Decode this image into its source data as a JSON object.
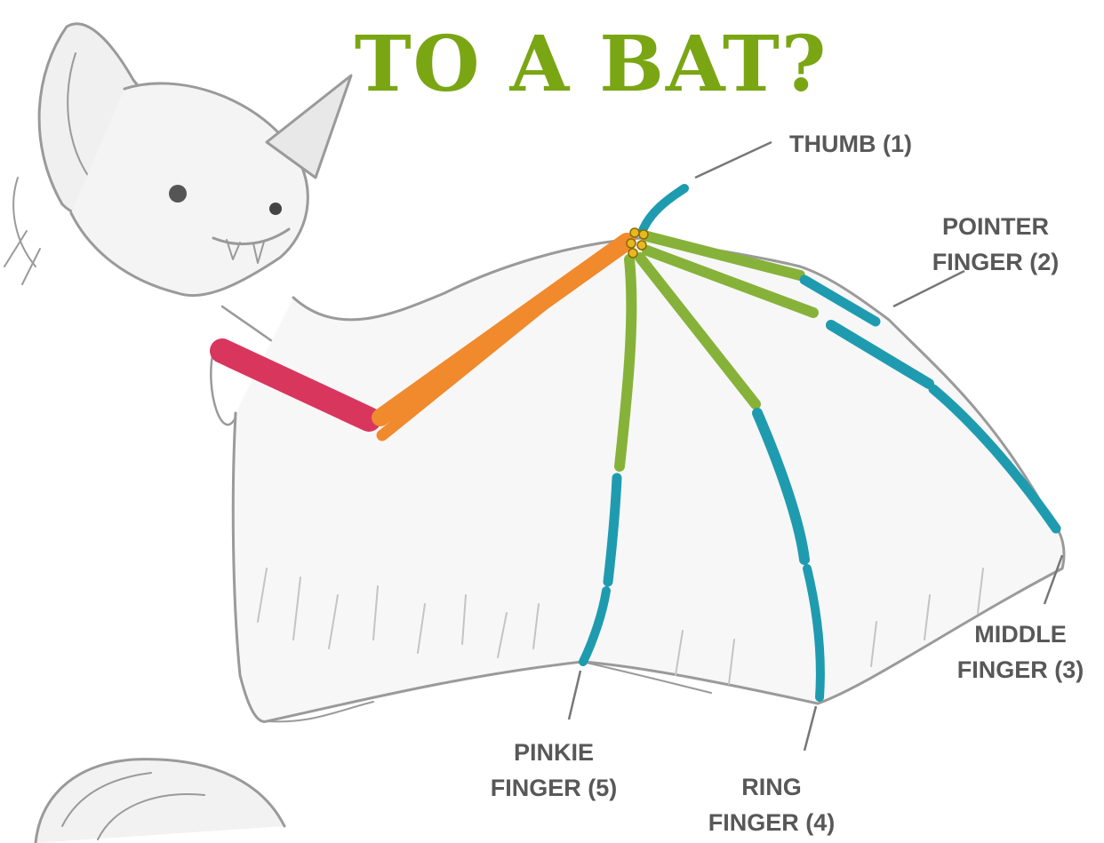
{
  "title": "TO A BAT?",
  "labels": {
    "thumb": "THUMB (1)",
    "pointer": [
      "POINTER",
      "FINGER (2)"
    ],
    "middle": [
      "MIDDLE",
      "FINGER (3)"
    ],
    "ring": [
      "RING",
      "FINGER (4)"
    ],
    "pinkie": [
      "PINKIE",
      "FINGER (5)"
    ]
  },
  "colors": {
    "title": "#7aa614",
    "upper_arm": "#d9365e",
    "forearm": "#f08a2c",
    "metacarpal": "#86b23a",
    "phalange": "#1f9bb0",
    "wrist": "#e8b820",
    "label": "#585858"
  }
}
